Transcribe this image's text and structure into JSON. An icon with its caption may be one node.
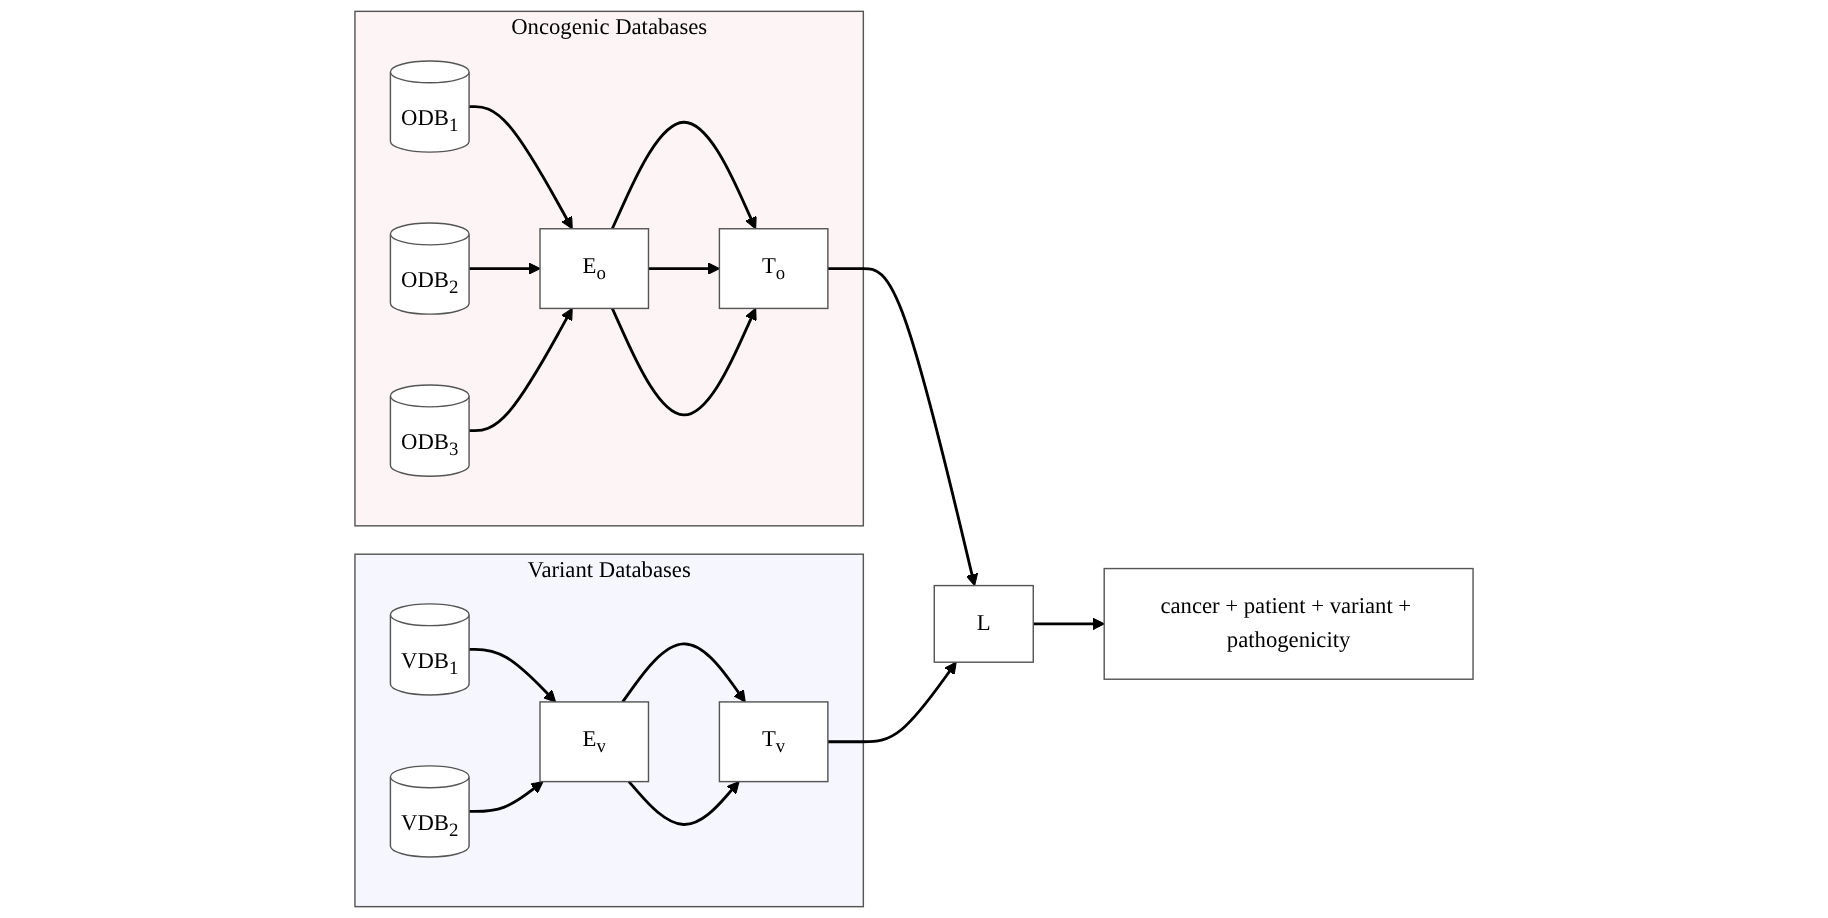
{
  "diagram": {
    "nodes": [
      {
        "text": [
          "Oncogenic Databases"
        ]
      },
      {
        "text": [
          "ODB$_{1}$"
        ],
        "in": 0
      },
      {
        "text": [
          "ODB$_{2}$"
        ],
        "in": 0
      },
      {
        "text": [
          "ODB$_{3}$"
        ],
        "in": 0
      },
      {
        "text": [
          "E$_{o}$"
        ],
        "in": 0
      },
      {
        "text": [
          "T$_{o}$"
        ],
        "in": 0
      },
      {
        "text": [
          "L"
        ]
      },
      {
        "text": [
          "Variant Databases"
        ]
      },
      {
        "text": [
          "T$_{v}$"
        ],
        "in": 7
      },
      {
        "text": [
          "E$_{v}$"
        ],
        "in": 7
      },
      {
        "text": [
          "VDB$_{1}$"
        ],
        "in": 7
      },
      {
        "text": [
          "VDB$_{2}$"
        ],
        "in": 7
      },
      {
        "text": [
          "cancer + patient + variant + pathogenicity"
        ]
      }
    ],
    "edges": [
      {
        "from": 1,
        "to": 4,
        "arrow": "to"
      },
      {
        "from": 2,
        "to": 4,
        "arrow": "to"
      },
      {
        "from": 3,
        "to": 4,
        "arrow": "to"
      },
      {
        "from": 4,
        "to": 5,
        "arrow": "to"
      },
      {
        "from": 4,
        "to": 5,
        "arrow": "to"
      },
      {
        "from": 4,
        "to": 5,
        "arrow": "to"
      },
      {
        "from": 5,
        "to": 6,
        "arrow": "to"
      },
      {
        "from": 8,
        "to": 6,
        "arrow": "to"
      },
      {
        "from": 9,
        "to": 8,
        "arrow": "to"
      },
      {
        "from": 9,
        "to": 8,
        "arrow": "to"
      },
      {
        "from": 10,
        "to": 9,
        "arrow": "to"
      },
      {
        "from": 11,
        "to": 9,
        "arrow": "to"
      },
      {
        "from": 6,
        "to": 12,
        "arrow": "to"
      }
    ]
  }
}
